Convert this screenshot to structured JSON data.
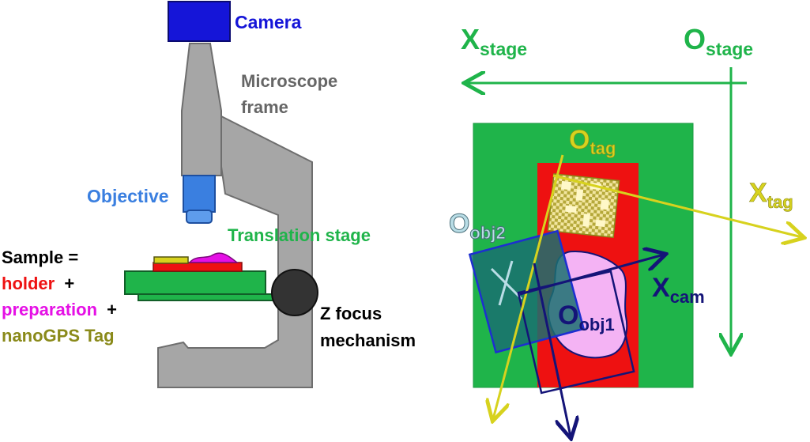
{
  "labels": {
    "camera": "Camera",
    "microscope_frame_line1": "Microscope",
    "microscope_frame_line2": "frame",
    "objective": "Objective",
    "translation_stage": "Translation stage",
    "sample_line1": "Sample =",
    "sample_holder": "holder",
    "sample_preparation": "preparation",
    "sample_tag": "nanoGPS Tag",
    "plus": "+",
    "z_focus_line1": "Z focus",
    "z_focus_line2": "mechanism"
  },
  "axes": {
    "x_stage_main": "X",
    "x_stage_sub": "stage",
    "o_stage_main": "O",
    "o_stage_sub": "stage",
    "o_tag_main": "O",
    "o_tag_sub": "tag",
    "x_tag_main": "X",
    "x_tag_sub": "tag",
    "o_obj2_main": "O",
    "o_obj2_sub": "obj2",
    "x_cam_main": "X",
    "x_cam_sub": "cam",
    "o_obj1_main": "O",
    "o_obj1_sub": "obj1"
  },
  "colors": {
    "camera_blue": "#1515d8",
    "frame_gray": "#a6a6a6",
    "frame_text_gray": "#666666",
    "objective_blue": "#3a7fe0",
    "stage_green": "#1fb44a",
    "holder_red": "#ee1111",
    "preparation_magenta": "#e510e5",
    "tag_olive": "#8a8a1a",
    "tag_yellow": "#d7d21e",
    "obj_navy": "#141478",
    "obj2_light": "#b9dde6"
  }
}
